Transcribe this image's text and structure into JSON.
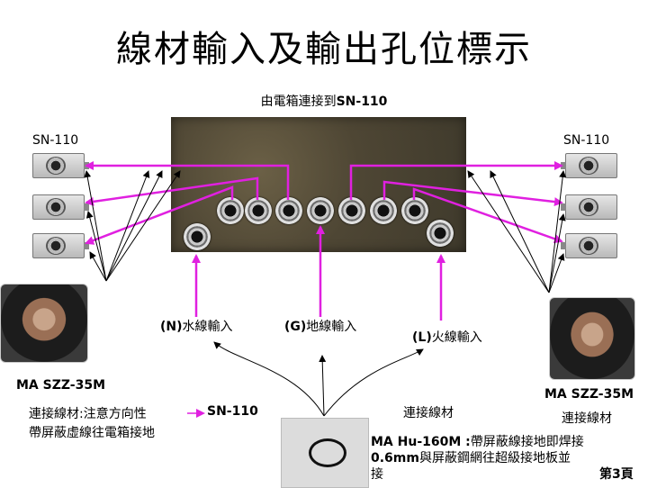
{
  "title": "線材輸入及輸出孔位標示",
  "top_caption_prefix": "由電箱連接到",
  "top_caption_model": "SN-110",
  "left_outlet_label": "SN-110",
  "right_outlet_label": "SN-110",
  "input_n": {
    "code": "(N)",
    "name": "水線輸入"
  },
  "input_g": {
    "code": "(G)",
    "name": "地線輸入"
  },
  "input_l": {
    "code": "(L)",
    "name": "火線輸入"
  },
  "left_reel_model": "MA SZZ-35M",
  "right_reel_model": "MA SZZ-35M",
  "right_reel_caption": "連接線材",
  "left_note_line1": "連接線材:注意方向性",
  "left_note_target": "SN-110",
  "left_note_line2": "帶屏蔽虛線往電箱接地",
  "center_caption": "連接線材",
  "bottom_note_model": "MA Hu-160M :",
  "bottom_note_text1": "帶屏蔽線接地即焊接",
  "bottom_note_size": "0.6mm",
  "bottom_note_text2": "與屏蔽鋼網往超級接地板並",
  "bottom_note_text3": "接",
  "page_label": "第3頁",
  "colors": {
    "arrow": "#e020e0",
    "line": "#000000"
  }
}
